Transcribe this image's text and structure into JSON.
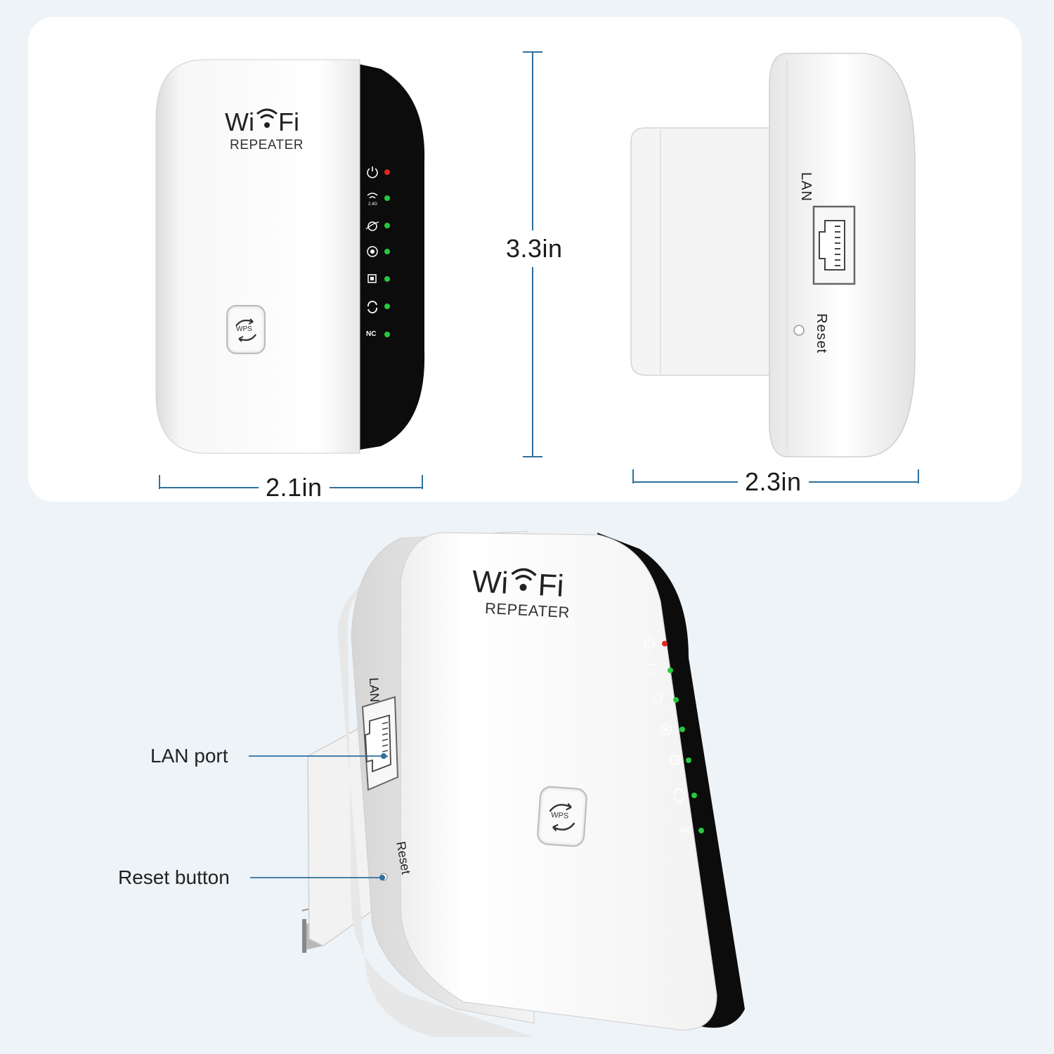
{
  "product": {
    "brand_logo_text": "Wi Fi",
    "model_label": "REPEATER",
    "wps_label": "WPS",
    "lan_label": "LAN",
    "reset_label": "Reset",
    "indicator_last_label": "NC",
    "indicators": [
      "power-icon",
      "wifi-24g-icon",
      "internet-icon",
      "signal-icon",
      "lan-icon",
      "sync-icon",
      "nc-label"
    ]
  },
  "dimensions": {
    "width_front": "2.1in",
    "height": "3.3in",
    "depth_side": "2.3in"
  },
  "callouts": {
    "lan_port": "LAN port",
    "reset_button": "Reset button"
  },
  "colors": {
    "panel": "#ffffff",
    "background": "#eef3f8",
    "dimension_line": "#2e6f9e",
    "led_power": "#e0261e",
    "led_status": "#27c93f",
    "device_black": "#0c0c0c"
  }
}
